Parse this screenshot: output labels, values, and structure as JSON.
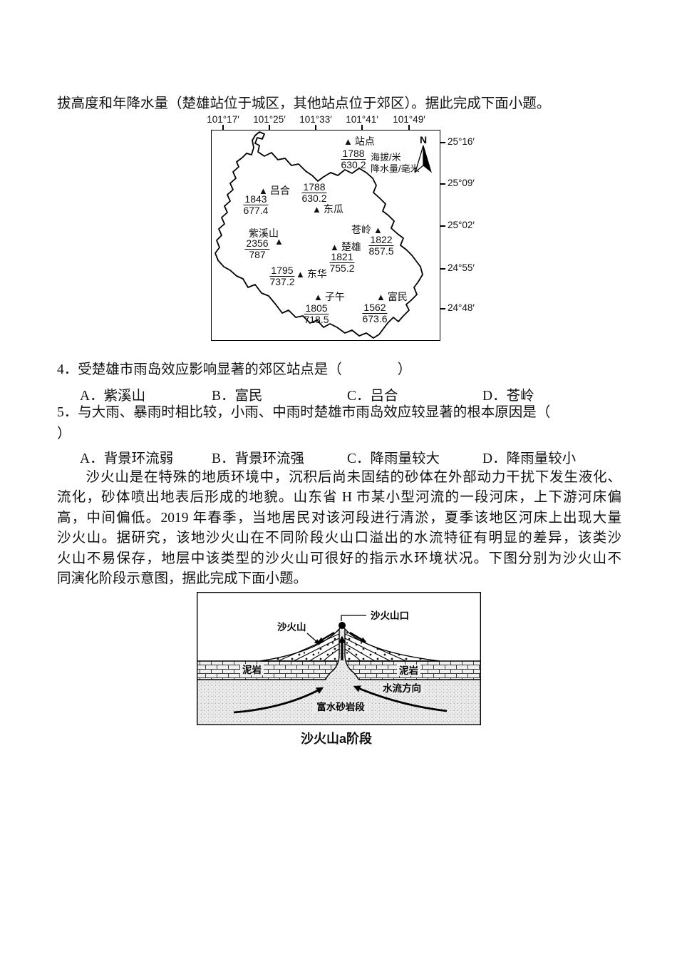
{
  "intro": "拔高度和年降水量（楚雄站位于城区，其他站点位于郊区）。据此完成下面小题。",
  "map": {
    "lon_ticks": [
      "101°17′",
      "101°25′",
      "101°33′",
      "101°41′",
      "101°49′"
    ],
    "lat_ticks": [
      "25°16′",
      "25°09′",
      "25°02′",
      "24°55′",
      "24°48′"
    ],
    "north_label": "N",
    "legend": {
      "symbol": "▲",
      "symbol_label": "站点",
      "example_elev": "1788",
      "example_rain": "630.2",
      "elev_unit": "海拔/米",
      "rain_unit": "降水量/毫米"
    },
    "stations": [
      {
        "name": "吕合",
        "elev": "1843",
        "rain": "677.4"
      },
      {
        "name": "东瓜",
        "elev": "1788",
        "rain": "630.2"
      },
      {
        "name": "紫溪山",
        "elev": "2356",
        "rain": "787"
      },
      {
        "name": "楚雄",
        "elev": "1821",
        "rain": "755.2"
      },
      {
        "name": "苍岭",
        "elev": "1822",
        "rain": "857.5"
      },
      {
        "name": "东华",
        "elev": "1795",
        "rain": "737.2"
      },
      {
        "name": "子午",
        "elev": "1805",
        "rain": "718.5"
      },
      {
        "name": "富民",
        "elev": "1562",
        "rain": "673.6"
      }
    ]
  },
  "q4": {
    "stem": "4．受楚雄市雨岛效应影响显著的郊区站点是（　　　　）",
    "options": [
      "A．紫溪山",
      "B．富民",
      "C．吕合",
      "D．苍岭"
    ]
  },
  "q5": {
    "stem": "5．与大雨、暴雨时相比较，小雨、中雨时楚雄市雨岛效应较显著的根本原因是（",
    "stem_close": "）",
    "options": [
      "A．背景环流弱",
      "B．背景环流强",
      "C．降雨量较大",
      "D．降雨量较小"
    ]
  },
  "passage": {
    "lines": [
      "　　沙火山是在特殊的地质环境中，沉积后尚未固结的砂体在外部动力干扰下发生液化、",
      "流化，砂体喷出地表后形成的地貌。山东省 H 市某小型河流的一段河床，上下游河床偏",
      "高，中间偏低。2019 年春季，当地居民对该河段进行清淤，夏季该地区河床上出现大量",
      "沙火山。据研究，该地沙火山在不同阶段火山口溢出的水流特征有明显的差异，该类沙",
      "火山不易保存，地层中该类型的沙火山可很好的指示水环境状况。下图分别为沙火山不",
      "同演化阶段示意图，据此完成下面小题。"
    ]
  },
  "diagram": {
    "crater_label": "沙火山口",
    "volcano_label": "沙火山",
    "mudstone_left": "泥岩",
    "mudstone_right": "泥岩",
    "flow_label": "水流方向",
    "aquifer_label": "富水砂岩段",
    "caption": "沙火山a阶段"
  },
  "colors": {
    "ink": "#111111",
    "paper": "#ffffff"
  }
}
